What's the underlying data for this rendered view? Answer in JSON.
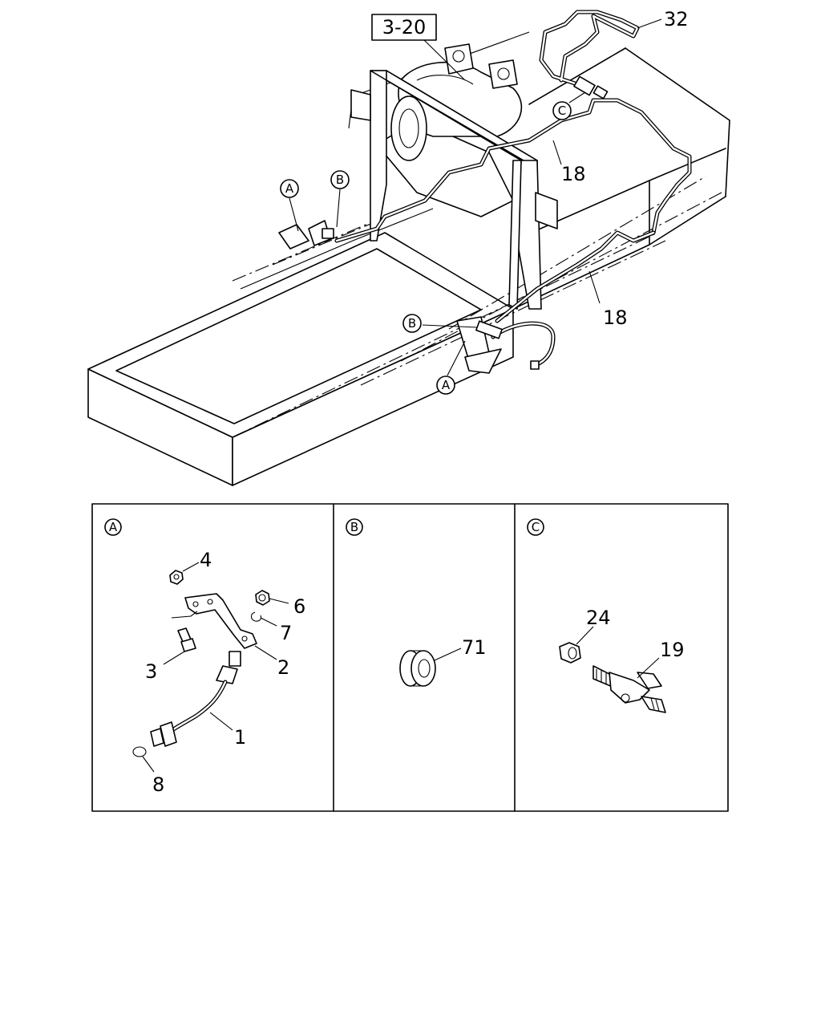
{
  "ref_box": {
    "label": "3-20"
  },
  "callouts": {
    "c32": "32",
    "c18_upper": "18",
    "c18_lower": "18",
    "p4": "4",
    "p6": "6",
    "p7": "7",
    "p3": "3",
    "p2": "2",
    "p1": "1",
    "p8": "8",
    "p71": "71",
    "p24": "24",
    "p19": "19"
  },
  "view_markers": {
    "a": "A",
    "b": "B",
    "c": "C"
  },
  "panels": [
    {
      "id": "A",
      "marker": "A"
    },
    {
      "id": "B",
      "marker": "B"
    },
    {
      "id": "C",
      "marker": "C"
    }
  ]
}
